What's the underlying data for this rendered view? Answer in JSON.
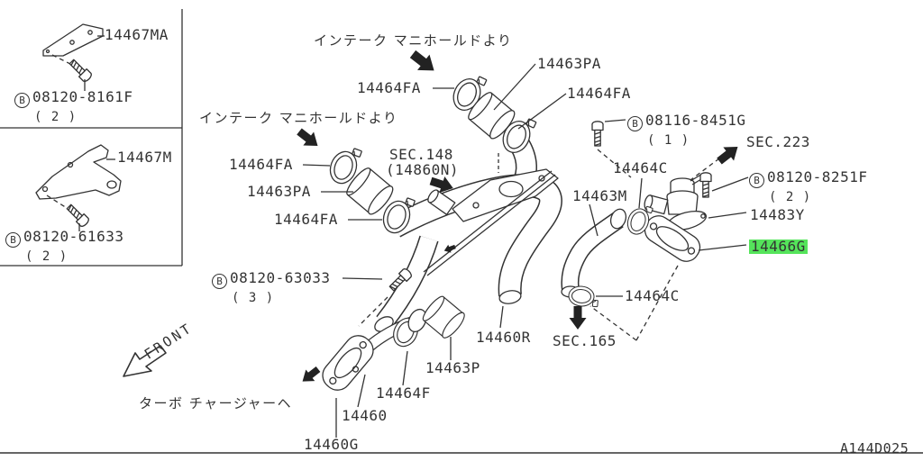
{
  "colors": {
    "line": "#333333",
    "highlight": "#55e45b",
    "background": "#ffffff",
    "arrow_fill": "#222222"
  },
  "b_symbol": "B",
  "L": {
    "p14467MA": "14467MA",
    "p14467M": "14467M",
    "b8161F": "08120-8161F",
    "b8161F_qty": "( 2 )",
    "b61633": "08120-61633",
    "b61633_qty": "( 2 )",
    "b8451G": "08116-8451G",
    "b8451G_qty": "( 1 )",
    "b8251F": "08120-8251F",
    "b8251F_qty": "( 2 )",
    "b63033": "08120-63033",
    "b63033_qty": "( 3 )",
    "p14463PA": "14463PA",
    "p14464FA": "14464FA",
    "p14464C": "14464C",
    "p14463M": "14463M",
    "p14483Y": "14483Y",
    "p14466G": "14466G",
    "p14460R": "14460R",
    "p14463P": "14463P",
    "p14464F": "14464F",
    "p14460": "14460",
    "p14460G": "14460G",
    "sec148": "SEC.148",
    "sec148_part": "(14860N)",
    "sec223": "SEC.223",
    "sec165": "SEC.165",
    "front": "FRONT",
    "note_intake": "インテーク  マニホールドより",
    "note_turbo": "ターボ  チャージャーヘ",
    "ref": "A144D025"
  }
}
